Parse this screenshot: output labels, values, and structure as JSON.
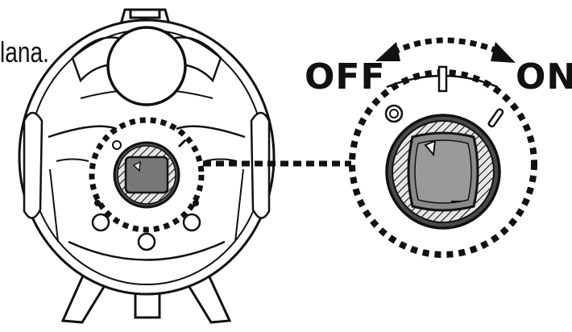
{
  "labels": {
    "off": "OFF",
    "on": "ON",
    "text_fragment": "lana."
  },
  "icons": {
    "switch_knob": "rotary-knob-icon",
    "rotation_arrow": "double-headed-curved-arrow-icon",
    "off_mark": "circle-off-mark-icon",
    "on_mark": "slash-on-mark-icon"
  },
  "colors": {
    "line": "#111111",
    "knob_fill": "#8a8a8a",
    "background": "#ffffff"
  }
}
